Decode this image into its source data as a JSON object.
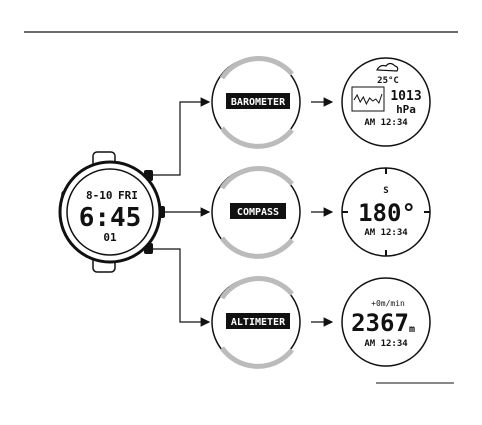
{
  "main_watch": {
    "date": "8-10",
    "weekday": "FRI",
    "time": "6:45",
    "seconds": "01"
  },
  "modes": [
    {
      "label": "BAROMETER",
      "detail": {
        "temperature": "25°C",
        "pressure": "1013",
        "unit": "hPa",
        "clock": "AM 12:34"
      }
    },
    {
      "label": "COMPASS",
      "detail": {
        "direction": "S",
        "heading": "180°",
        "clock": "AM 12:34"
      }
    },
    {
      "label": "ALTIMETER",
      "detail": {
        "rate": "+0m/min",
        "altitude": "2367",
        "unit": "m",
        "clock": "AM 12:34"
      }
    }
  ],
  "baro_graph": [
    0.45,
    0.7,
    0.35,
    0.6,
    0.25,
    0.55,
    0.4,
    0.5,
    0.3,
    0.75
  ]
}
